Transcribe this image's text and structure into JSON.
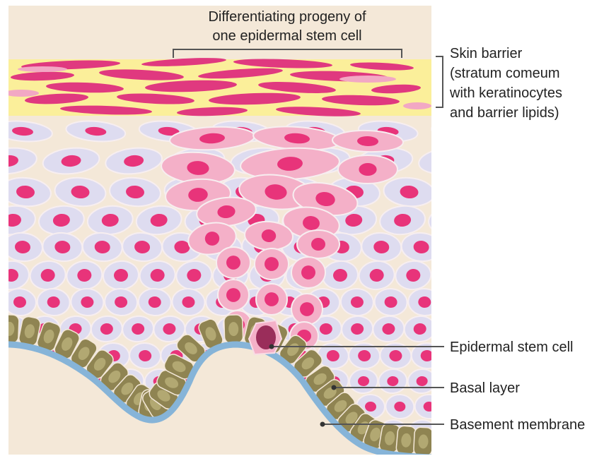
{
  "header_label": {
    "line1": "Differentiating progeny of",
    "line2": "one epidermal stem cell"
  },
  "barrier_label": {
    "line1": "Skin barrier",
    "line2": "(stratum comeum",
    "line3": "with keratinocytes",
    "line4": "and barrier lipids)"
  },
  "callouts": {
    "stem_cell": "Epidermal stem cell",
    "basal_layer": "Basal layer",
    "basement_membrane": "Basement membrane"
  },
  "colors": {
    "background": "#f4e8d8",
    "lipid": "#fbef9a",
    "corneocyte": "#e0397f",
    "lavender_cell": "#dedcf0",
    "pink_cell": "#f4b0c8",
    "nucleus": "#e8347a",
    "basal_cell": "#8f8452",
    "basal_nucleus": "#b2a872",
    "membrane": "#86b4d8",
    "stem_nucleus": "#9a2d5a"
  }
}
